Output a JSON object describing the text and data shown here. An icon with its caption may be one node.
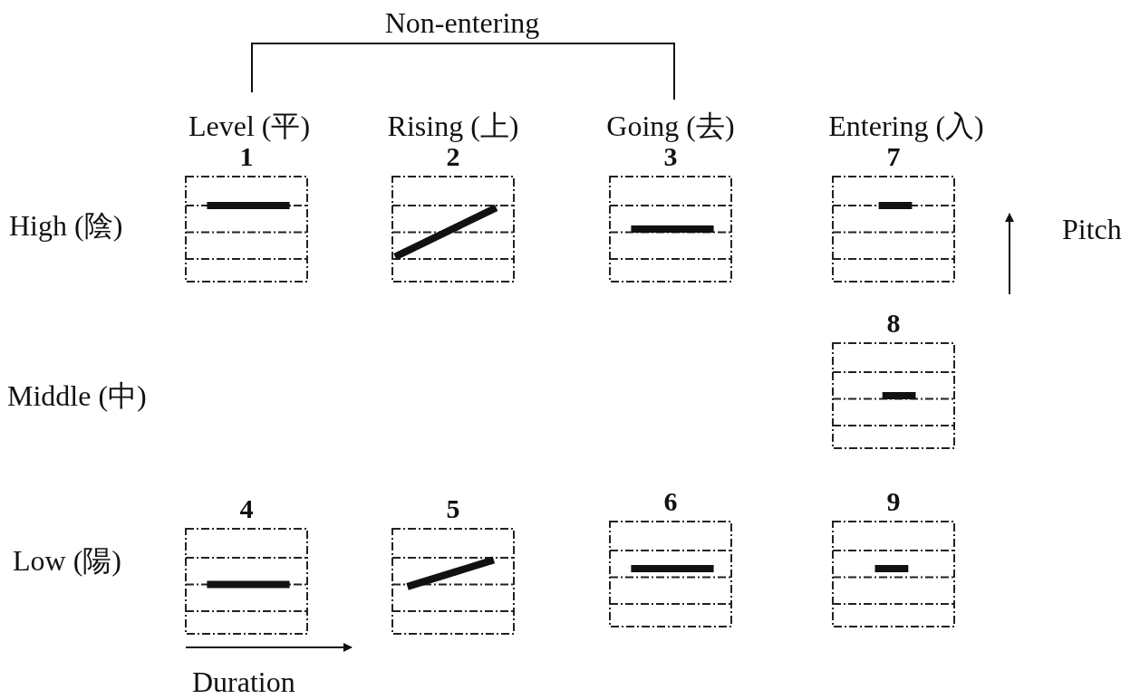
{
  "diagram": {
    "nodes": [
      {
        "text": [
          "1"
        ]
      },
      {
        "text": [
          "2"
        ]
      },
      {
        "text": [
          "3"
        ]
      },
      {
        "text": [
          "7"
        ]
      },
      {
        "text": [
          "8"
        ]
      },
      {
        "text": [
          "4"
        ]
      },
      {
        "text": [
          "5"
        ]
      },
      {
        "text": [
          "6"
        ]
      },
      {
        "text": [
          "9"
        ]
      }
    ],
    "edges": [],
    "labels": [
      "Non-entering",
      "Level (平)",
      "Rising (上)",
      "Going (去)",
      "Entering (入)",
      "High (陰)",
      "Pitch",
      "Middle (中)",
      "Low (陽)",
      "Duration"
    ]
  }
}
